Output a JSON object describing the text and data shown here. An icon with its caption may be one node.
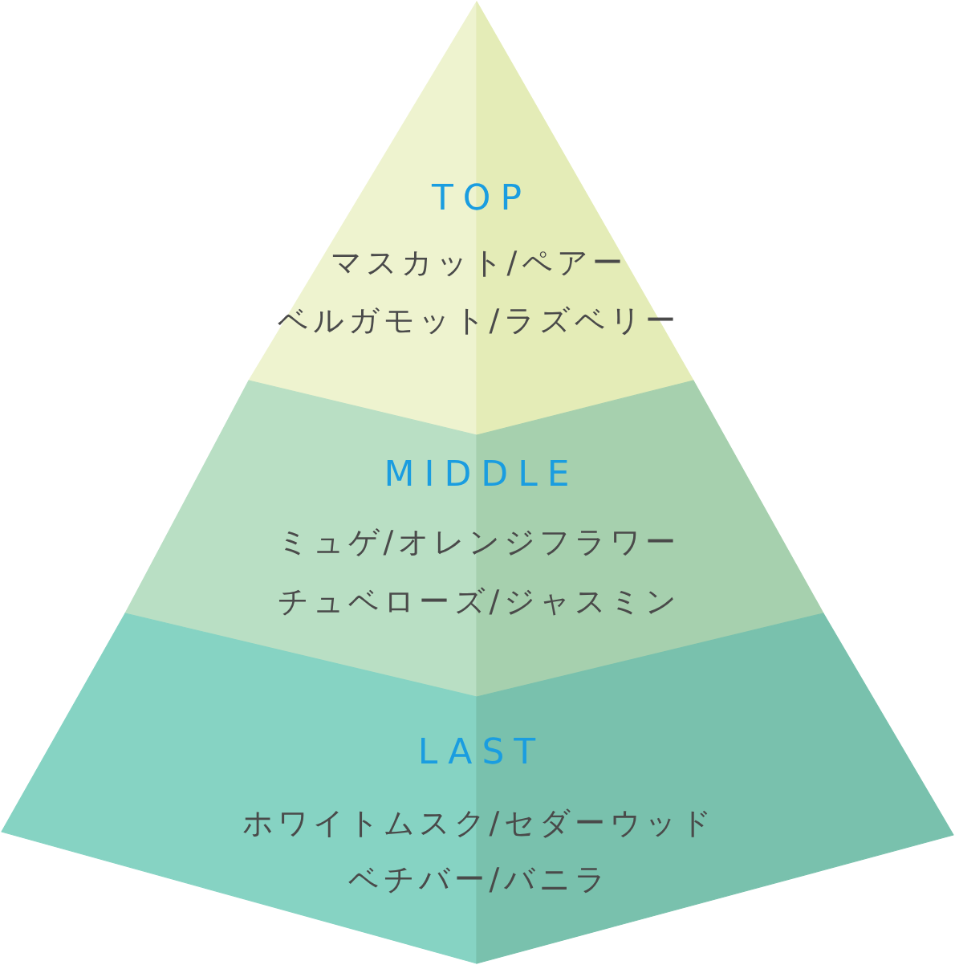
{
  "diagram": {
    "nodes": [
      {
        "text": [
          "TOP",
          "マスカット/ペアー",
          "ベルガモット/ラズベリー"
        ]
      },
      {
        "text": [
          "MIDDLE",
          "ミュゲ/オレンジフラワー",
          "チュベローズ/ジャスミン"
        ]
      },
      {
        "text": [
          "LAST",
          "ホワイトムスク/セダーウッド",
          "ベチバー/バニラ"
        ]
      }
    ]
  }
}
